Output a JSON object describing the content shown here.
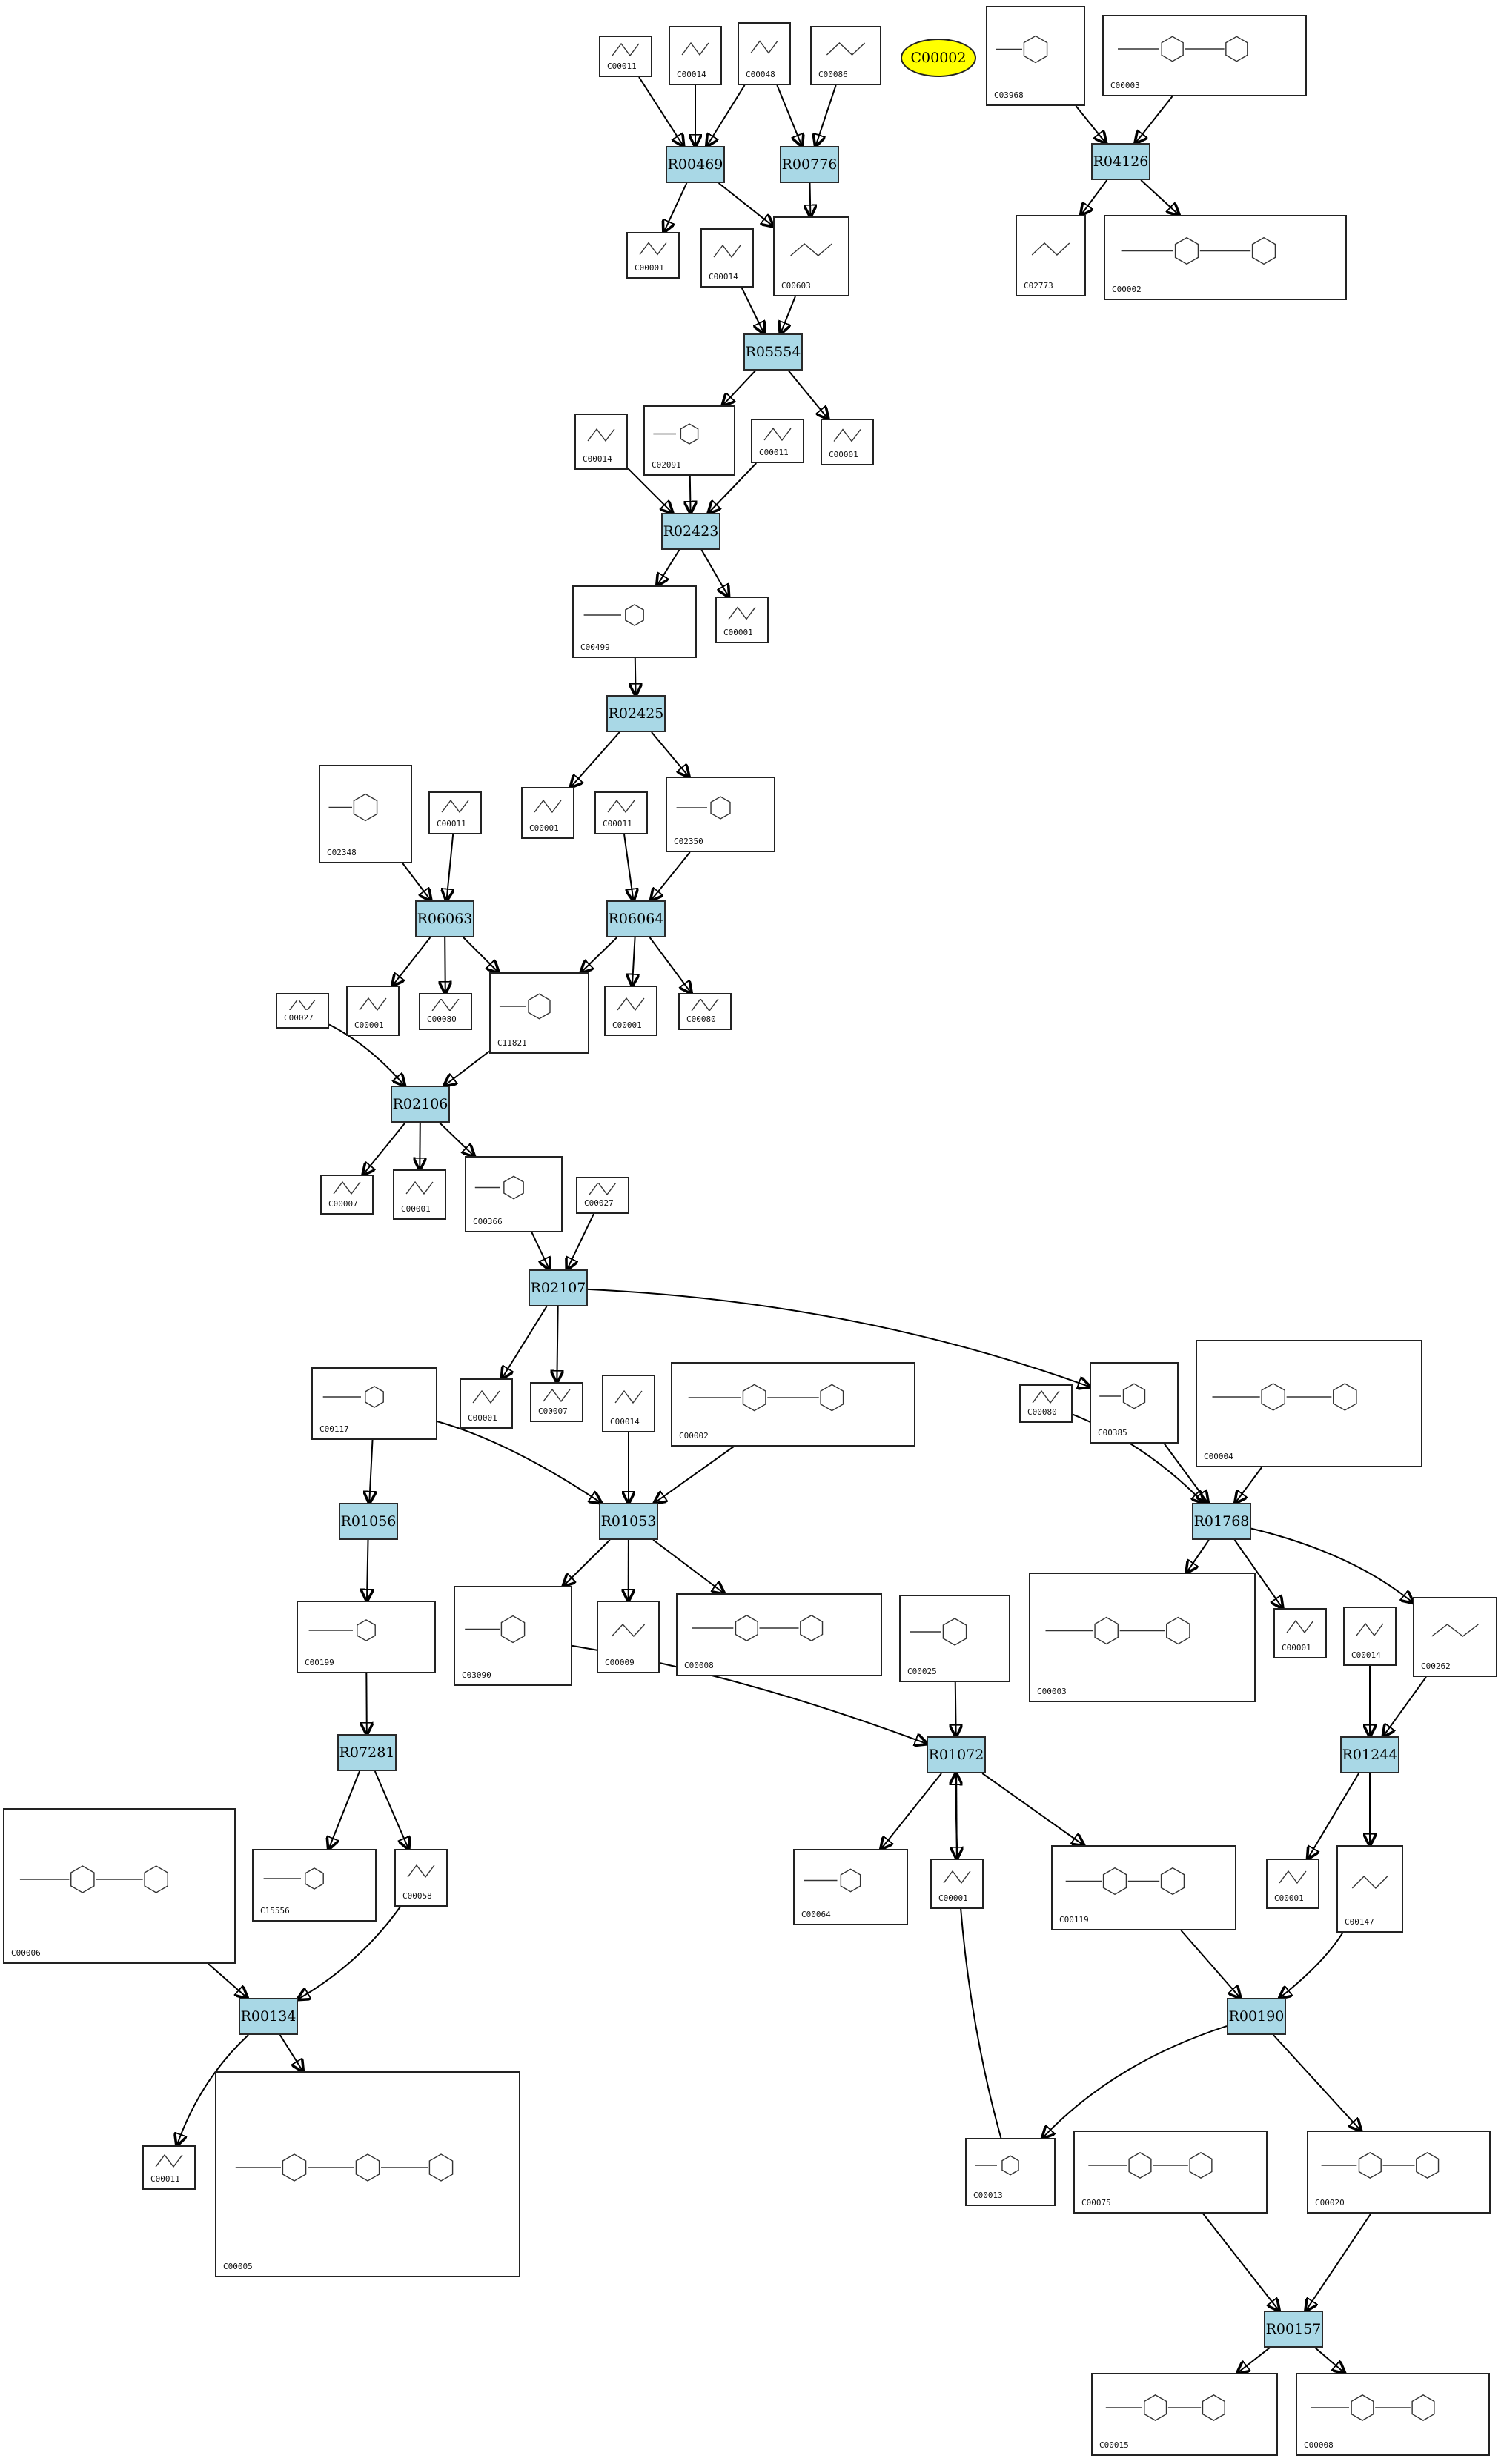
{
  "highlight": "C00002",
  "colors": {
    "reaction_fill": "#a9d8e6",
    "highlight_fill": "#ffff00",
    "line": "#000000"
  },
  "compounds": [
    {
      "key": "c0",
      "id": "C00011",
      "icon": "co2-structure"
    },
    {
      "key": "c1",
      "id": "C00014",
      "icon": "ammonia-structure"
    },
    {
      "key": "c2",
      "id": "C00048",
      "icon": "glyoxylate-structure"
    },
    {
      "key": "c3",
      "id": "C00086",
      "icon": "urea-structure"
    },
    {
      "key": "c4",
      "id": "C03968",
      "icon": "glycerophosphate-structure"
    },
    {
      "key": "c5",
      "id": "C00003",
      "icon": "nucleotide-structure"
    },
    {
      "key": "c6",
      "id": "C00001",
      "icon": "water-structure"
    },
    {
      "key": "c7",
      "id": "C00014",
      "icon": "ammonia-structure"
    },
    {
      "key": "c8",
      "id": "C00603",
      "icon": "hydantoin-structure"
    },
    {
      "key": "c9",
      "id": "C02773",
      "icon": "glycerol-structure"
    },
    {
      "key": "c10",
      "id": "C00002",
      "icon": "atp-structure"
    },
    {
      "key": "c11",
      "id": "C00014",
      "icon": "ammonia-structure"
    },
    {
      "key": "c12",
      "id": "C02091",
      "icon": "ureidoglycine-structure"
    },
    {
      "key": "c13",
      "id": "C00011",
      "icon": "co2-structure"
    },
    {
      "key": "c14",
      "id": "C00001",
      "icon": "water-structure"
    },
    {
      "key": "c15",
      "id": "C00499",
      "icon": "allantoate-structure"
    },
    {
      "key": "c16",
      "id": "C00001",
      "icon": "water-structure"
    },
    {
      "key": "c17",
      "id": "C02348",
      "icon": "ureido-structure"
    },
    {
      "key": "c18",
      "id": "C00011",
      "icon": "co2-structure"
    },
    {
      "key": "c19",
      "id": "C00001",
      "icon": "water-structure"
    },
    {
      "key": "c20",
      "id": "C00011",
      "icon": "co2-structure"
    },
    {
      "key": "c21",
      "id": "C02350",
      "icon": "allantoin-structure"
    },
    {
      "key": "c22",
      "id": "C00027",
      "icon": "peroxide-structure"
    },
    {
      "key": "c23",
      "id": "C00001",
      "icon": "water-structure"
    },
    {
      "key": "c24",
      "id": "C00080",
      "icon": "proton-structure"
    },
    {
      "key": "c25",
      "id": "C11821",
      "icon": "hydroxyurate-structure"
    },
    {
      "key": "c26",
      "id": "C00001",
      "icon": "water-structure"
    },
    {
      "key": "c27",
      "id": "C00080",
      "icon": "proton-structure"
    },
    {
      "key": "c28",
      "id": "C00007",
      "icon": "oxygen-structure"
    },
    {
      "key": "c29",
      "id": "C00001",
      "icon": "water-structure"
    },
    {
      "key": "c30",
      "id": "C00366",
      "icon": "urate-structure"
    },
    {
      "key": "c31",
      "id": "C00027",
      "icon": "peroxide-structure"
    },
    {
      "key": "c32",
      "id": "C00117",
      "icon": "ribose-phosphate-structure"
    },
    {
      "key": "c33",
      "id": "C00001",
      "icon": "water-structure"
    },
    {
      "key": "c34",
      "id": "C00007",
      "icon": "oxygen-structure"
    },
    {
      "key": "c35",
      "id": "C00014",
      "icon": "ammonia-structure"
    },
    {
      "key": "c36",
      "id": "C00002",
      "icon": "atp-structure"
    },
    {
      "key": "c37",
      "id": "C00080",
      "icon": "proton-structure"
    },
    {
      "key": "c38",
      "id": "C00385",
      "icon": "xanthine-structure"
    },
    {
      "key": "c39",
      "id": "C00004",
      "icon": "nadh-structure"
    },
    {
      "key": "c40",
      "id": "C00199",
      "icon": "ribulose-phosphate-structure"
    },
    {
      "key": "c41",
      "id": "C03090",
      "icon": "aminoribose-phosphate-structure"
    },
    {
      "key": "c42",
      "id": "C00009",
      "icon": "phosphate-structure"
    },
    {
      "key": "c43",
      "id": "C00008",
      "icon": "adp-structure"
    },
    {
      "key": "c44",
      "id": "C00025",
      "icon": "glutamate-structure"
    },
    {
      "key": "c45",
      "id": "C00003",
      "icon": "nad-structure"
    },
    {
      "key": "c46",
      "id": "C00001",
      "icon": "water-structure"
    },
    {
      "key": "c47",
      "id": "C00014",
      "icon": "ammonia-structure"
    },
    {
      "key": "c48",
      "id": "C00262",
      "icon": "hypoxanthine-structure"
    },
    {
      "key": "c49",
      "id": "C00006",
      "icon": "nadp-structure"
    },
    {
      "key": "c50",
      "id": "C15556",
      "icon": "dihydroxybutanone-phosphate-structure"
    },
    {
      "key": "c51",
      "id": "C00058",
      "icon": "formate-structure"
    },
    {
      "key": "c52",
      "id": "C00064",
      "icon": "glutamine-structure"
    },
    {
      "key": "c53",
      "id": "C00001",
      "icon": "water-structure"
    },
    {
      "key": "c54",
      "id": "C00119",
      "icon": "prpp-structure"
    },
    {
      "key": "c55",
      "id": "C00001",
      "icon": "water-structure"
    },
    {
      "key": "c56",
      "id": "C00147",
      "icon": "adenine-structure"
    },
    {
      "key": "c57",
      "id": "C00011",
      "icon": "co2-structure"
    },
    {
      "key": "c58",
      "id": "C00005",
      "icon": "nadph-structure"
    },
    {
      "key": "c59",
      "id": "C00013",
      "icon": "pyrophosphate-structure"
    },
    {
      "key": "c60",
      "id": "C00075",
      "icon": "utp-structure"
    },
    {
      "key": "c61",
      "id": "C00020",
      "icon": "amp-structure"
    },
    {
      "key": "c62",
      "id": "C00015",
      "icon": "udp-structure"
    },
    {
      "key": "c63",
      "id": "C00008",
      "icon": "adp-structure"
    }
  ],
  "reactions": [
    {
      "key": "r0",
      "id": "R00469"
    },
    {
      "key": "r1",
      "id": "R00776"
    },
    {
      "key": "r2",
      "id": "R04126"
    },
    {
      "key": "r3",
      "id": "R05554"
    },
    {
      "key": "r4",
      "id": "R02423"
    },
    {
      "key": "r5",
      "id": "R02425"
    },
    {
      "key": "r6",
      "id": "R06063"
    },
    {
      "key": "r7",
      "id": "R06064"
    },
    {
      "key": "r8",
      "id": "R02106"
    },
    {
      "key": "r9",
      "id": "R02107"
    },
    {
      "key": "r10",
      "id": "R01056"
    },
    {
      "key": "r11",
      "id": "R01053"
    },
    {
      "key": "r12",
      "id": "R01768"
    },
    {
      "key": "r13",
      "id": "R07281"
    },
    {
      "key": "r14",
      "id": "R01072"
    },
    {
      "key": "r15",
      "id": "R01244"
    },
    {
      "key": "r16",
      "id": "R00134"
    },
    {
      "key": "r17",
      "id": "R00190"
    },
    {
      "key": "r18",
      "id": "R00157"
    }
  ]
}
